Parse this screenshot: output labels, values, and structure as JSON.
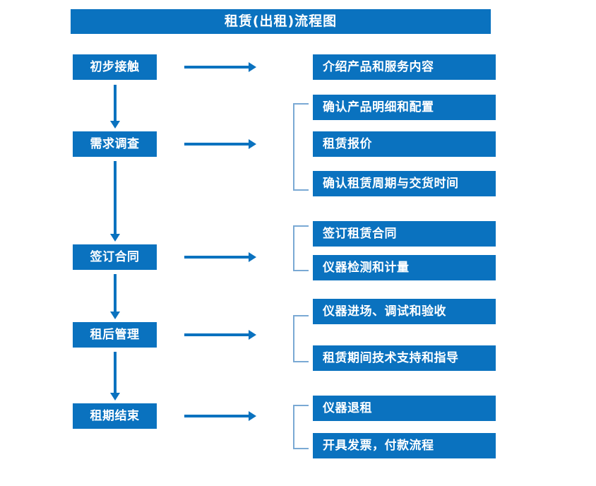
{
  "title": {
    "text": "租赁(出租)流程图"
  },
  "colors": {
    "brand_blue": "#0a72bf",
    "bracket_gray_blue": "#7aa9d4",
    "text_on_blue": "#ffffff",
    "background": "#ffffff"
  },
  "stages": [
    {
      "id": "initial-contact",
      "label": "初步接触"
    },
    {
      "id": "demand-survey",
      "label": "需求调查"
    },
    {
      "id": "sign-contract",
      "label": "签订合同"
    },
    {
      "id": "post-rental-mgmt",
      "label": "租后管理"
    },
    {
      "id": "lease-end",
      "label": "租期结束"
    }
  ],
  "groups": [
    {
      "stage": "初步接触",
      "bracket": false,
      "details": [
        "介绍产品和服务内容"
      ]
    },
    {
      "stage": "需求调查",
      "bracket": true,
      "details": [
        "确认产品明细和配置",
        "租赁报价",
        "确认租赁周期与交货时间"
      ]
    },
    {
      "stage": "签订合同",
      "bracket": true,
      "details": [
        "签订租赁合同",
        "仪器检测和计量"
      ]
    },
    {
      "stage": "租后管理",
      "bracket": true,
      "details": [
        "仪器进场、调试和验收",
        "租赁期间技术支持和指导"
      ]
    },
    {
      "stage": "租期结束",
      "bracket": true,
      "details": [
        "仪器退租",
        "开具发票，付款流程"
      ]
    }
  ],
  "details_flat": [
    "介绍产品和服务内容",
    "确认产品明细和配置",
    "租赁报价",
    "确认租赁周期与交货时间",
    "签订租赁合同",
    "仪器检测和计量",
    "仪器进场、调试和验收",
    "租赁期间技术支持和指导",
    "仪器退租",
    "开具发票，付款流程"
  ],
  "icons": {
    "arrow_right": "right-arrow-icon",
    "arrow_down": "down-arrow-icon",
    "bracket": "bracket-connector-icon"
  }
}
